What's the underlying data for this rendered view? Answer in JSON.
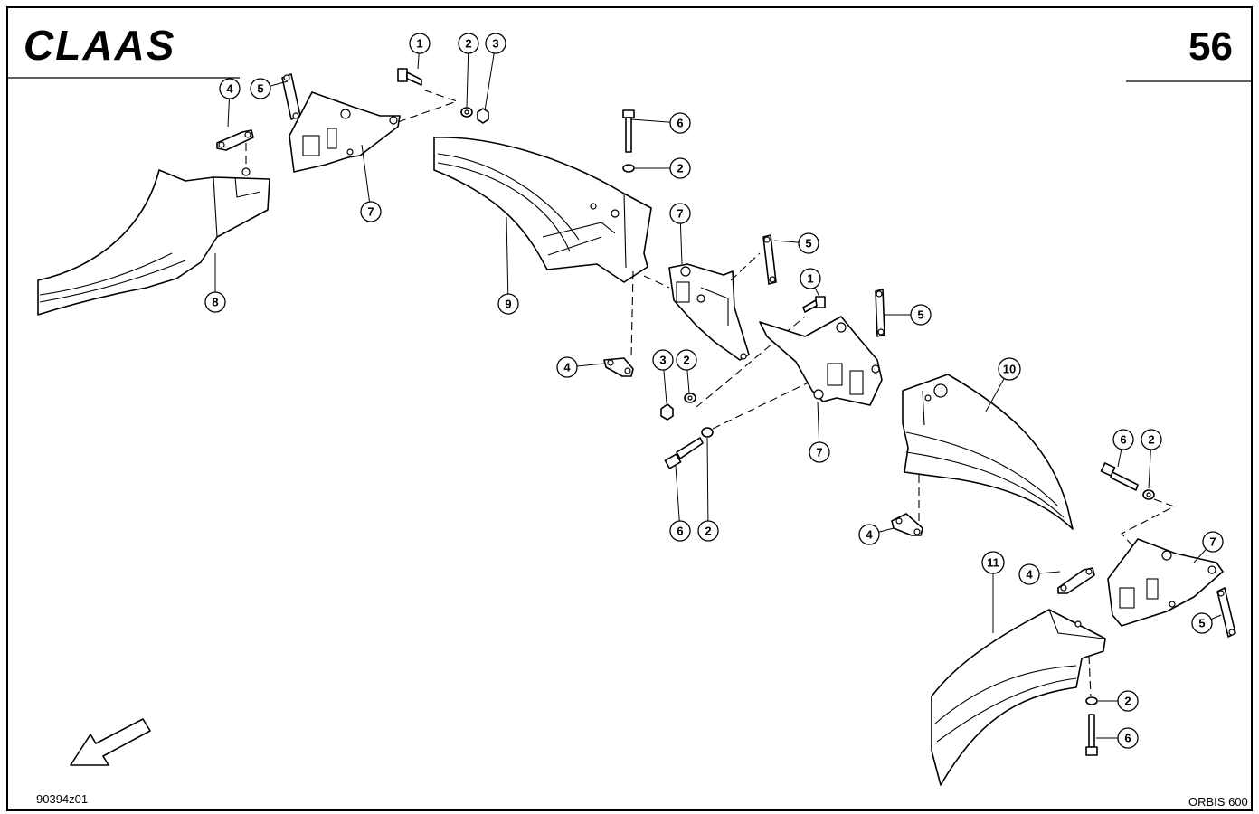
{
  "header": {
    "brand": "CLAAS",
    "page_number": "56"
  },
  "footer": {
    "drawing_number": "90394z01",
    "model": "ORBIS 600"
  },
  "callouts": [
    {
      "label": "1"
    },
    {
      "label": "2"
    },
    {
      "label": "3"
    },
    {
      "label": "4"
    },
    {
      "label": "5"
    },
    {
      "label": "7"
    },
    {
      "label": "8"
    },
    {
      "label": "6"
    },
    {
      "label": "2"
    },
    {
      "label": "9"
    },
    {
      "label": "7"
    },
    {
      "label": "5"
    },
    {
      "label": "1"
    },
    {
      "label": "5"
    },
    {
      "label": "4"
    },
    {
      "label": "3"
    },
    {
      "label": "2"
    },
    {
      "label": "10"
    },
    {
      "label": "7"
    },
    {
      "label": "6"
    },
    {
      "label": "2"
    },
    {
      "label": "6"
    },
    {
      "label": "2"
    },
    {
      "label": "4"
    },
    {
      "label": "7"
    },
    {
      "label": "11"
    },
    {
      "label": "4"
    },
    {
      "label": "5"
    },
    {
      "label": "2"
    },
    {
      "label": "6"
    }
  ]
}
